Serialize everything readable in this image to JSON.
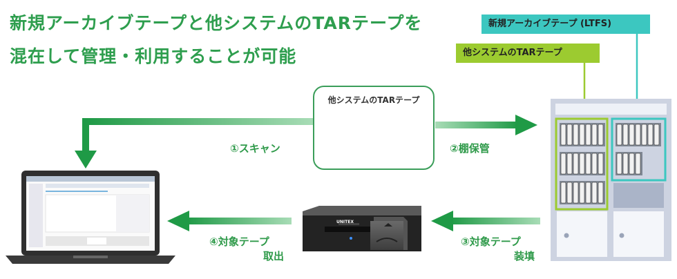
{
  "headline": {
    "line1": "新規アーカイブテープと他システムのTARテープを",
    "line2": "混在して管理・利用することが可能"
  },
  "tags": {
    "ltfs": "新規アーカイブテープ (LTFS)",
    "tar": "他システムのTARテープ"
  },
  "card": {
    "title": "他システムのTARテープ"
  },
  "steps": {
    "scan": "①スキャン",
    "shelve": "②棚保管",
    "load_line1": "③対象テープ",
    "load_line2": "装填",
    "eject_line1": "④対象テープ",
    "eject_line2": "取出"
  },
  "drive": {
    "brand": "UNITEX"
  },
  "colors": {
    "headline_green": "#2e9e4e",
    "arrow_green": "#1f9a46",
    "ltfs_cyan": "#3cc7c0",
    "tar_lime": "#9ccb30"
  }
}
